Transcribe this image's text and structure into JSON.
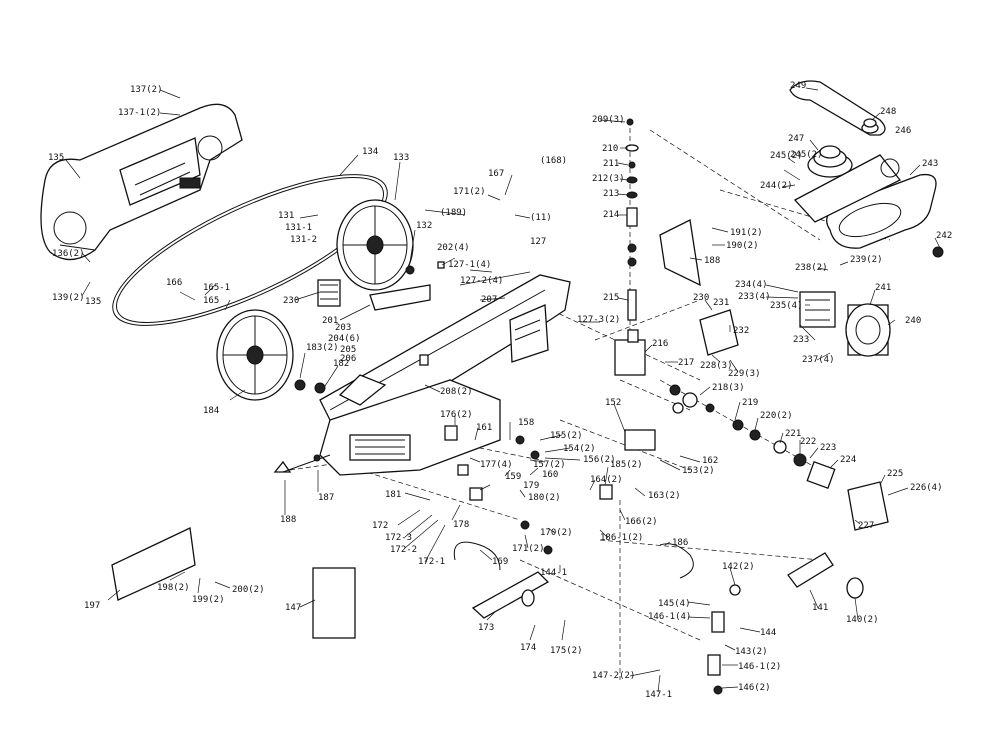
{
  "callouts": [
    {
      "id": "137-2",
      "text": "137(2)"
    },
    {
      "id": "137-1-2",
      "text": "137-1(2)"
    },
    {
      "id": "135",
      "text": "135"
    },
    {
      "id": "136",
      "text": "136(2)"
    },
    {
      "id": "139",
      "text": "139(2)"
    },
    {
      "id": "138",
      "text": "135"
    },
    {
      "id": "134",
      "text": "134"
    },
    {
      "id": "133",
      "text": "133"
    },
    {
      "id": "131",
      "text": "131"
    },
    {
      "id": "131-1",
      "text": "131-1"
    },
    {
      "id": "131-2",
      "text": "131-2"
    },
    {
      "id": "132",
      "text": "132"
    },
    {
      "id": "166",
      "text": "166"
    },
    {
      "id": "165-1",
      "text": "165-1"
    },
    {
      "id": "165",
      "text": "165"
    },
    {
      "id": "230",
      "text": "230"
    },
    {
      "id": "201",
      "text": "201"
    },
    {
      "id": "203",
      "text": "203"
    },
    {
      "id": "204",
      "text": "204(6)"
    },
    {
      "id": "205",
      "text": "205"
    },
    {
      "id": "206",
      "text": "206"
    },
    {
      "id": "202",
      "text": "202(4)"
    },
    {
      "id": "127-1",
      "text": "127-1(4)"
    },
    {
      "id": "127",
      "text": "127"
    },
    {
      "id": "127-2",
      "text": "127-2(4)"
    },
    {
      "id": "207",
      "text": "207"
    },
    {
      "id": "127-3",
      "text": "127-3(2)"
    },
    {
      "id": "189",
      "text": "(189)"
    },
    {
      "id": "171",
      "text": "171(2)"
    },
    {
      "id": "167",
      "text": "167"
    },
    {
      "id": "168",
      "text": "(168)"
    },
    {
      "id": "11",
      "text": "(11)"
    },
    {
      "id": "184",
      "text": "184"
    },
    {
      "id": "183",
      "text": "183(2)"
    },
    {
      "id": "182",
      "text": "182"
    },
    {
      "id": "208",
      "text": "208(2)"
    },
    {
      "id": "209",
      "text": "209(3)"
    },
    {
      "id": "210",
      "text": "210"
    },
    {
      "id": "211",
      "text": "211"
    },
    {
      "id": "212",
      "text": "212(3)"
    },
    {
      "id": "213",
      "text": "213"
    },
    {
      "id": "214",
      "text": "214"
    },
    {
      "id": "215",
      "text": "215"
    },
    {
      "id": "216",
      "text": "216"
    },
    {
      "id": "217",
      "text": "217"
    },
    {
      "id": "188",
      "text": "188"
    },
    {
      "id": "191",
      "text": "191(2)"
    },
    {
      "id": "190",
      "text": "190(2)"
    },
    {
      "id": "249",
      "text": "249"
    },
    {
      "id": "248",
      "text": "248"
    },
    {
      "id": "246",
      "text": "246"
    },
    {
      "id": "247",
      "text": "247"
    },
    {
      "id": "245-2",
      "text": "245(2)"
    },
    {
      "id": "245b",
      "text": "245(2)"
    },
    {
      "id": "244",
      "text": "244(2)"
    },
    {
      "id": "243",
      "text": "243"
    },
    {
      "id": "242",
      "text": "242"
    },
    {
      "id": "239",
      "text": "239(2)"
    },
    {
      "id": "238",
      "text": "238(2)"
    },
    {
      "id": "234",
      "text": "234(4)"
    },
    {
      "id": "233-4",
      "text": "233(4)"
    },
    {
      "id": "235",
      "text": "235(4)"
    },
    {
      "id": "241",
      "text": "241"
    },
    {
      "id": "240",
      "text": "240"
    },
    {
      "id": "233",
      "text": "233"
    },
    {
      "id": "237",
      "text": "237(4)"
    },
    {
      "id": "230b",
      "text": "230"
    },
    {
      "id": "231",
      "text": "231"
    },
    {
      "id": "232",
      "text": "232"
    },
    {
      "id": "228",
      "text": "228(3)"
    },
    {
      "id": "229",
      "text": "229(3)"
    },
    {
      "id": "218",
      "text": "218(3)"
    },
    {
      "id": "219",
      "text": "219"
    },
    {
      "id": "220",
      "text": "220(2)"
    },
    {
      "id": "221",
      "text": "221"
    },
    {
      "id": "222",
      "text": "222"
    },
    {
      "id": "223",
      "text": "223"
    },
    {
      "id": "224",
      "text": "224"
    },
    {
      "id": "225",
      "text": "225"
    },
    {
      "id": "226",
      "text": "226(4)"
    },
    {
      "id": "227",
      "text": "227"
    },
    {
      "id": "176",
      "text": "176(2)"
    },
    {
      "id": "161",
      "text": "161"
    },
    {
      "id": "158",
      "text": "158"
    },
    {
      "id": "155",
      "text": "155(2)"
    },
    {
      "id": "154",
      "text": "154(2)"
    },
    {
      "id": "156",
      "text": "156(2)"
    },
    {
      "id": "157",
      "text": "157(2)"
    },
    {
      "id": "152",
      "text": "152"
    },
    {
      "id": "162",
      "text": "162"
    },
    {
      "id": "153",
      "text": "153(2)"
    },
    {
      "id": "177",
      "text": "177(4)"
    },
    {
      "id": "159",
      "text": "159"
    },
    {
      "id": "160",
      "text": "160"
    },
    {
      "id": "179",
      "text": "179"
    },
    {
      "id": "180",
      "text": "180(2)"
    },
    {
      "id": "185",
      "text": "185(2)"
    },
    {
      "id": "164",
      "text": "164(2)"
    },
    {
      "id": "163",
      "text": "163(2)"
    },
    {
      "id": "166-2",
      "text": "166(2)"
    },
    {
      "id": "186-1",
      "text": "186-1(2)"
    },
    {
      "id": "170",
      "text": "170(2)"
    },
    {
      "id": "171b",
      "text": "171(2)"
    },
    {
      "id": "186",
      "text": "186"
    },
    {
      "id": "181",
      "text": "181"
    },
    {
      "id": "178",
      "text": "178"
    },
    {
      "id": "172",
      "text": "172"
    },
    {
      "id": "172-3",
      "text": "172-3"
    },
    {
      "id": "172-2",
      "text": "172-2"
    },
    {
      "id": "172-1",
      "text": "172-1"
    },
    {
      "id": "169",
      "text": "169"
    },
    {
      "id": "144-1",
      "text": "144-1"
    },
    {
      "id": "187",
      "text": "187"
    },
    {
      "id": "188b",
      "text": "188"
    },
    {
      "id": "197",
      "text": "197"
    },
    {
      "id": "198",
      "text": "198(2)"
    },
    {
      "id": "199",
      "text": "199(2)"
    },
    {
      "id": "200",
      "text": "200(2)"
    },
    {
      "id": "147",
      "text": "147"
    },
    {
      "id": "173",
      "text": "173"
    },
    {
      "id": "174",
      "text": "174"
    },
    {
      "id": "175",
      "text": "175(2)"
    },
    {
      "id": "142",
      "text": "142(2)"
    },
    {
      "id": "145",
      "text": "145(4)"
    },
    {
      "id": "146-1",
      "text": "146-1(4)"
    },
    {
      "id": "144",
      "text": "144"
    },
    {
      "id": "143",
      "text": "143(2)"
    },
    {
      "id": "146-1b",
      "text": "146-1(2)"
    },
    {
      "id": "146",
      "text": "146(2)"
    },
    {
      "id": "147-2",
      "text": "147-2(2)"
    },
    {
      "id": "147-1",
      "text": "147-1"
    },
    {
      "id": "141",
      "text": "141"
    },
    {
      "id": "140",
      "text": "140(2)"
    }
  ]
}
